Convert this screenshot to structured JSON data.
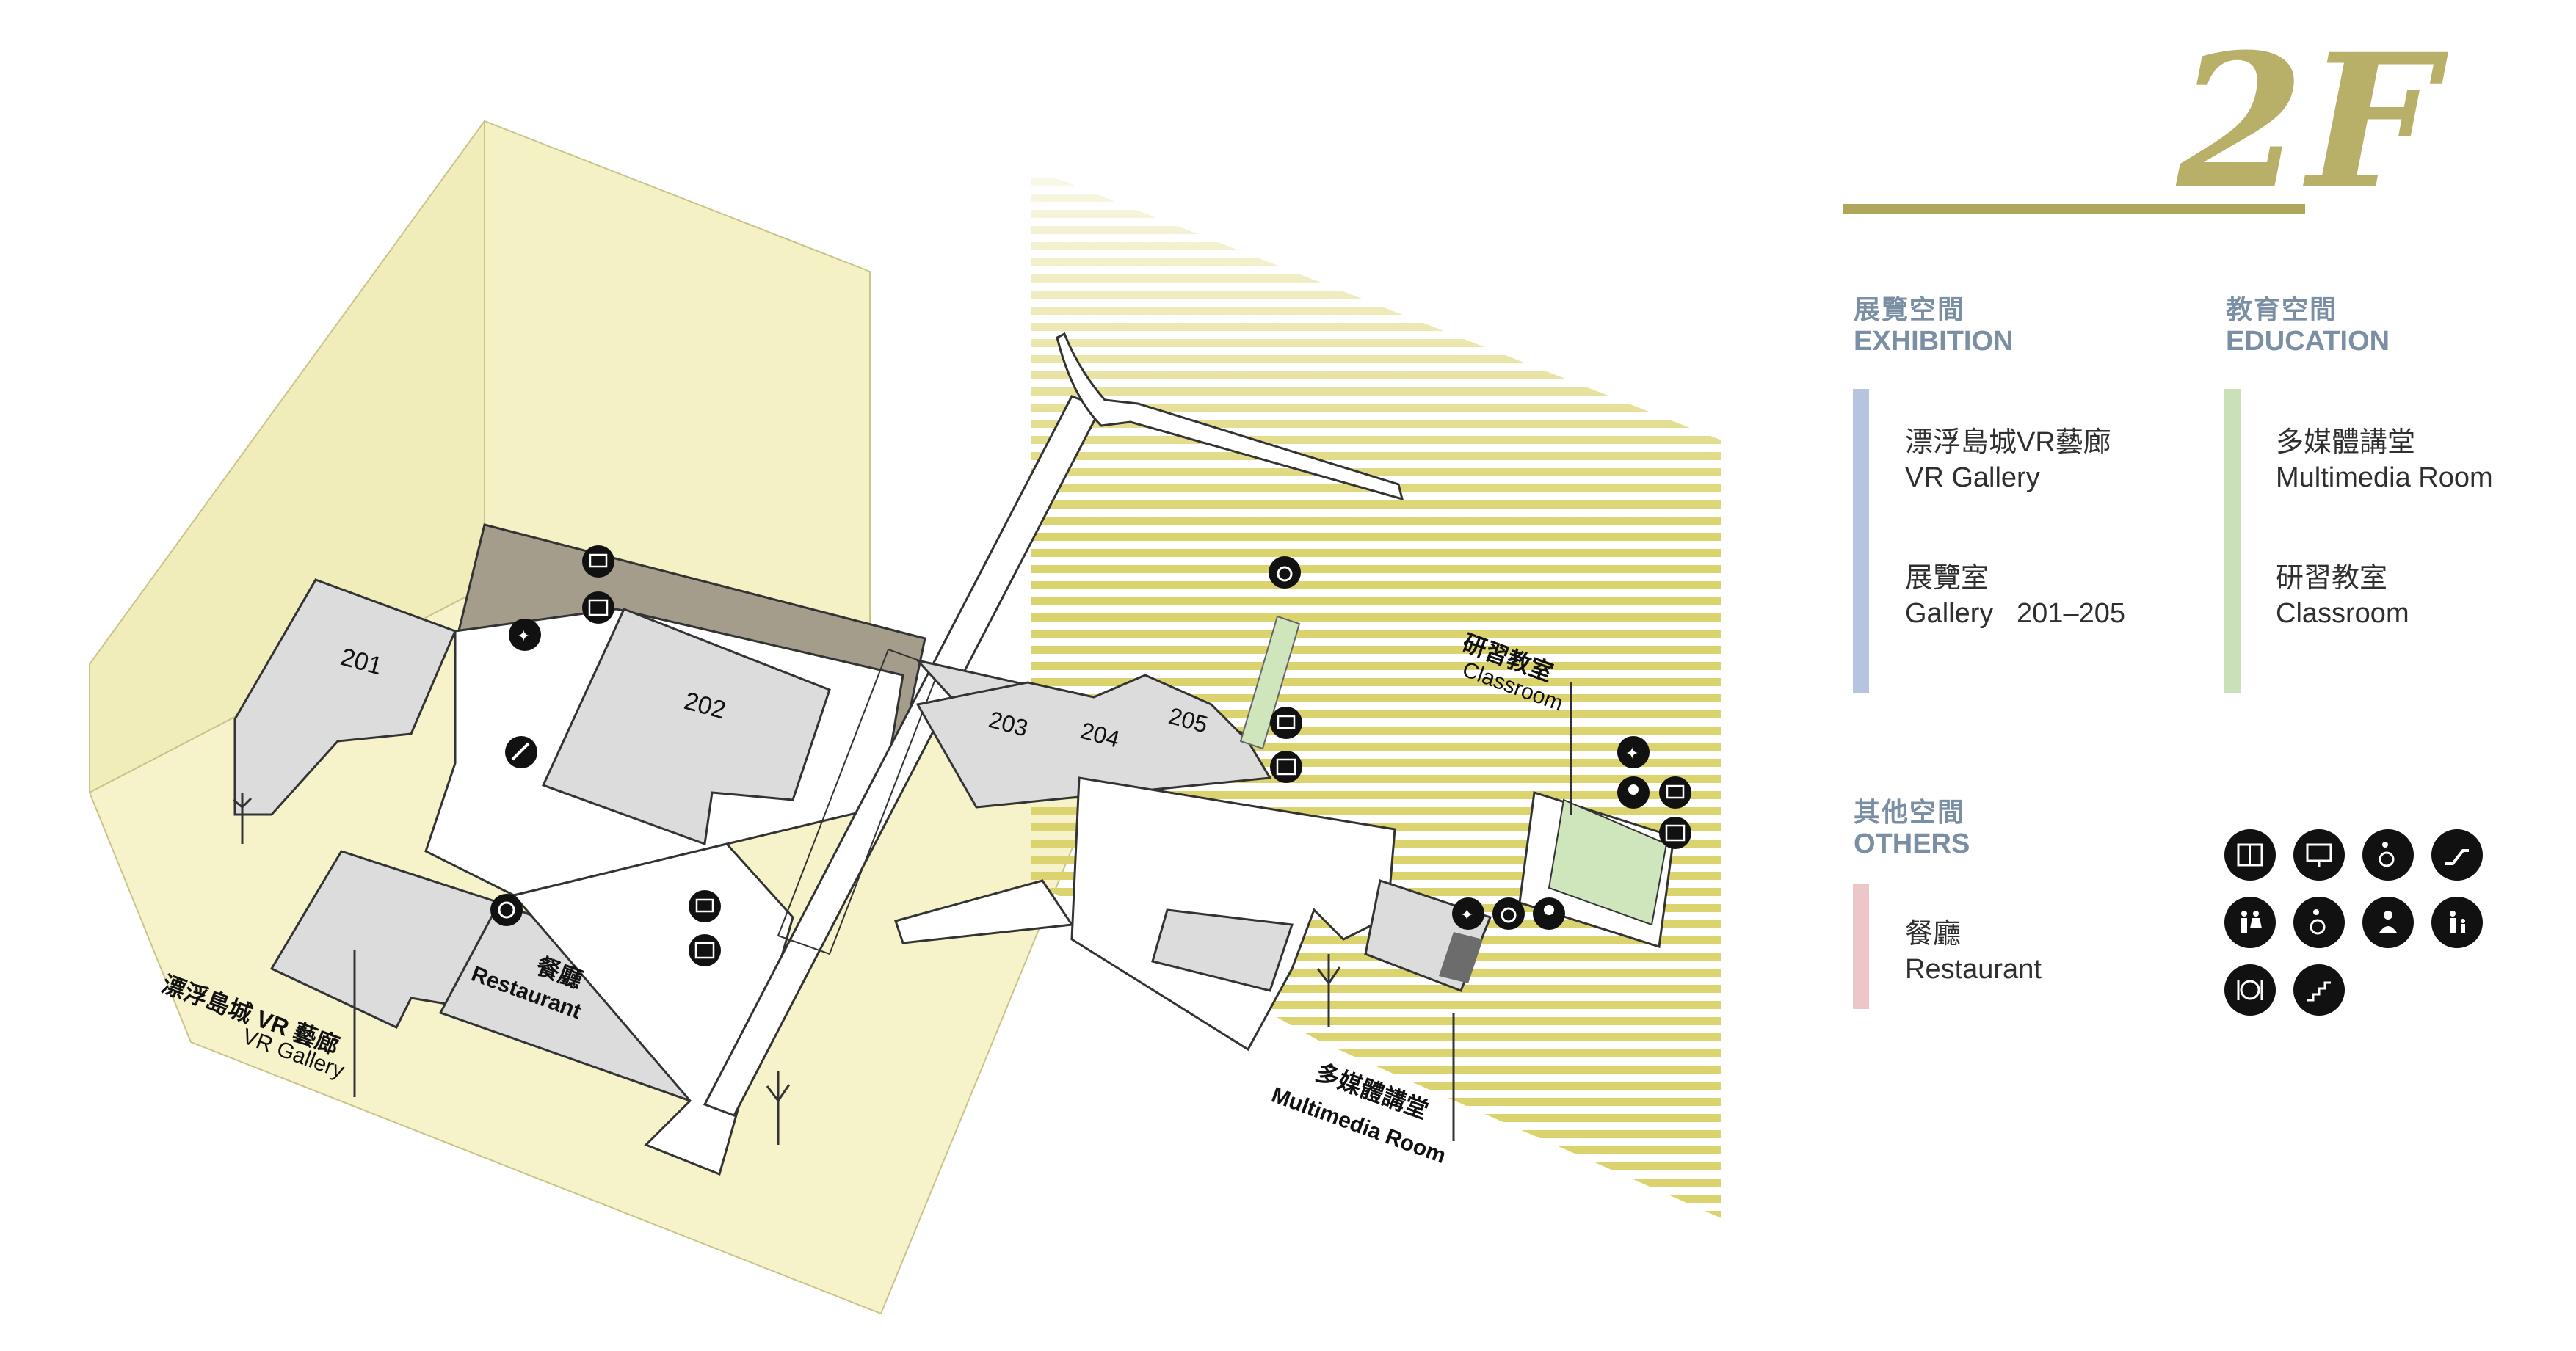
{
  "floor": {
    "title": "2F"
  },
  "legend": {
    "exhibition": {
      "zh": "展覽空間",
      "en": "EXHIBITION",
      "color": "#b7c4df",
      "items": [
        {
          "zh": "漂浮島城VR藝廊",
          "en": "VR Gallery"
        },
        {
          "zh": "展覽室",
          "en": "Gallery   201–205"
        }
      ]
    },
    "education": {
      "zh": "教育空間",
      "en": "EDUCATION",
      "color": "#c9e0b8",
      "items": [
        {
          "zh": "多媒體講堂",
          "en": "Multimedia Room"
        },
        {
          "zh": "研習教室",
          "en": "Classroom"
        }
      ]
    },
    "others": {
      "zh": "其他空間",
      "en": "OTHERS",
      "color": "#ecc6c8",
      "items": [
        {
          "zh": "餐廳",
          "en": "Restaurant"
        }
      ]
    },
    "icons": [
      "elevator-icon",
      "info-display-icon",
      "accessible-elevator-icon",
      "escalator-icon",
      "restroom-icon",
      "accessible-restroom-icon",
      "nursing-room-icon",
      "family-restroom-icon",
      "dining-icon",
      "stairs-icon"
    ]
  },
  "map": {
    "rooms": [
      "201",
      "202",
      "203",
      "204",
      "205"
    ],
    "restaurant": {
      "zh": "餐廳",
      "en": "Restaurant"
    },
    "vr_gallery": {
      "zh": "漂浮島城 VR 藝廊",
      "en": "VR Gallery"
    },
    "classroom": {
      "zh": "研習教室",
      "en": "Classroom"
    },
    "multimedia": {
      "zh": "多媒體講堂",
      "en": "Multimedia Room"
    }
  },
  "colors": {
    "yellow_zone": "#f4f1c4",
    "stripe": "#dbd36e",
    "room_grey": "#dcdcdc",
    "dark_grey": "#8d8778",
    "green_room": "#cfe6bd",
    "accent_olive": "#aea65a"
  }
}
